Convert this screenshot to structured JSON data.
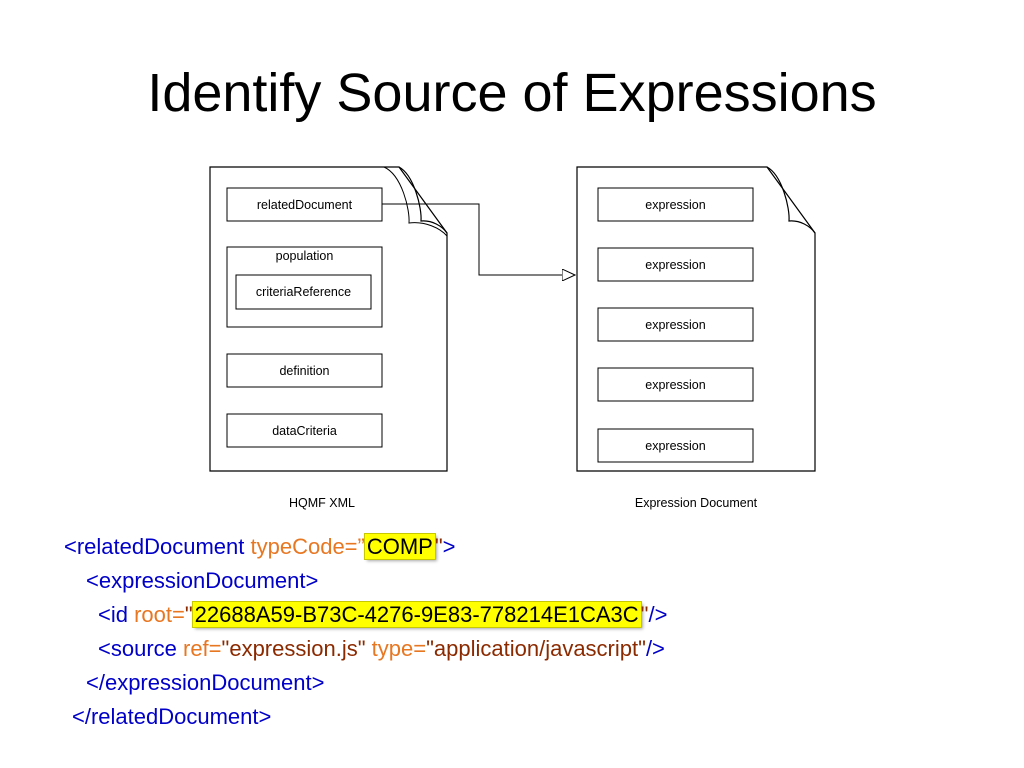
{
  "title": "Identify Source of Expressions",
  "diagram": {
    "left_doc": {
      "caption": "HQMF XML",
      "boxes": {
        "related_document": "relatedDocument",
        "population": "population",
        "criteria_reference": "criteriaReference",
        "definition": "definition",
        "data_criteria": "dataCriteria"
      }
    },
    "right_doc": {
      "caption": "Expression Document",
      "boxes": [
        "expression",
        "expression",
        "expression",
        "expression",
        "expression"
      ]
    }
  },
  "code": {
    "line1": {
      "open": "<relatedDocument ",
      "attr": "typeCode=",
      "q1": "”",
      "value": "COMP",
      "q2": "\"",
      "close": ">"
    },
    "line2": {
      "text": "<expressionDocument>"
    },
    "line3": {
      "open": "<id ",
      "attr": "root=",
      "q1": "\"",
      "value": "22688A59-B73C-4276-9E83-778214E1CA3C",
      "q2": "\"",
      "close": "/>"
    },
    "line4": {
      "open": "<source ",
      "attr1": "ref=",
      "value1": "\"expression.js\"",
      "attr2": " type=",
      "value2": "\"application/javascript\"",
      "close": "/>"
    },
    "line5": {
      "text": "</expressionDocument>"
    },
    "line6": {
      "text": "</relatedDocument>"
    }
  },
  "colors": {
    "tag": "#0000c8",
    "attribute": "#e87722",
    "value": "#8b2a00",
    "highlight": "#ffff00"
  }
}
